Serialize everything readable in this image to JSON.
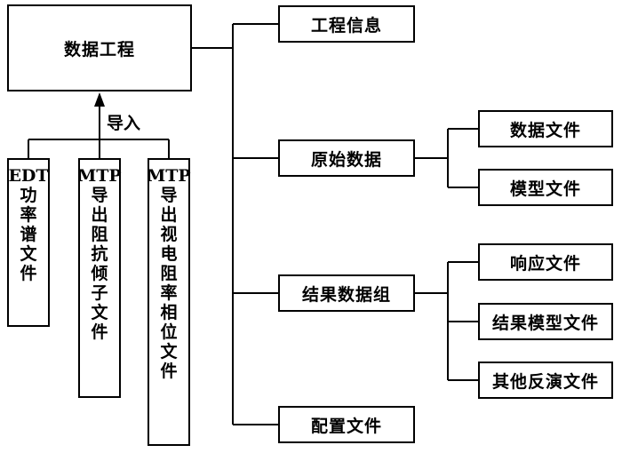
{
  "main": {
    "title": "数据工程"
  },
  "import_label": "导入",
  "sources": [
    {
      "text": "EDT\n功\n率\n谱\n文\n件"
    },
    {
      "text": "MTP\n导\n出\n阻\n抗\n倾\n子\n文\n件"
    },
    {
      "text": "MTP\n导\n出\n视\n电\n阻\n率\n相\n位\n文\n件"
    }
  ],
  "level1": {
    "info": "工程信息",
    "raw": "原始数据",
    "result": "结果数据组",
    "config": "配置文件"
  },
  "raw_children": [
    "数据文件",
    "模型文件"
  ],
  "result_children": [
    "响应文件",
    "结果模型文件",
    "其他反演文件"
  ]
}
